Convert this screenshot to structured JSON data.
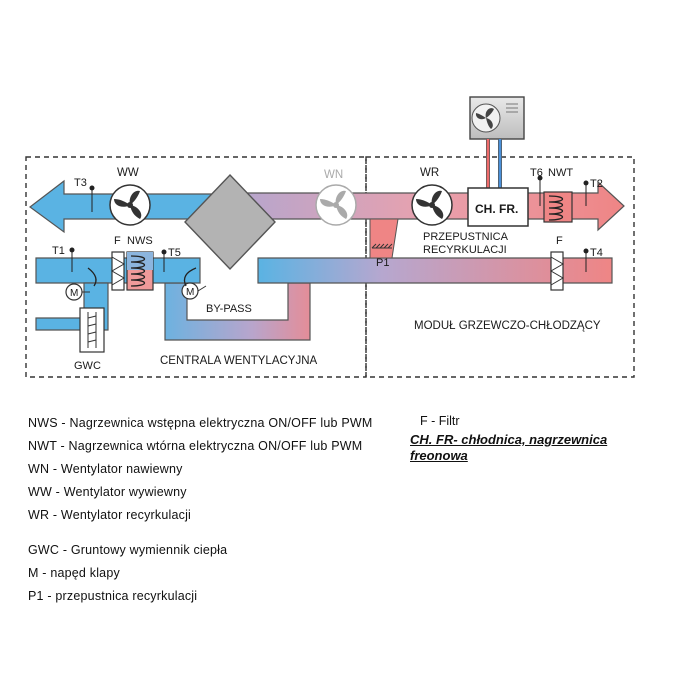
{
  "diagram": {
    "labels": {
      "t3": "T3",
      "ww": "WW",
      "wn": "WN",
      "t1": "T1",
      "f_left": "F",
      "nws": "NWS",
      "t5": "T5",
      "m1": "M",
      "m2": "M",
      "bypass": "BY-PASS",
      "gwc": "GWC",
      "central": "CENTRALA WENTYLACYJNA",
      "wr": "WR",
      "chfr": "CH. FR.",
      "t6": "T6",
      "nwt": "NWT",
      "t2": "T2",
      "przep1": "PRZEPUSTNICA",
      "przep2": "RECYRKULACJI",
      "p1": "P1",
      "f_right": "F",
      "t4": "T4",
      "module": "MODUŁ GRZEWCZO-CHŁODZĄCY"
    },
    "colors": {
      "cold": "#5ab3e3",
      "warm": "#ef8585",
      "outline": "#444444",
      "diamond": "#b3b3b3"
    }
  },
  "legend_left_1": [
    "NWS - Nagrzewnica wstępna elektryczna ON/OFF lub PWM",
    "NWT - Nagrzewnica wtórna elektryczna ON/OFF lub PWM",
    "WN - Wentylator nawiewny",
    "WW - Wentylator wywiewny",
    "WR - Wentylator recyrkulacji"
  ],
  "legend_left_2": [
    "GWC - Gruntowy wymiennik ciepła",
    "M - napęd klapy",
    "P1 - przepustnica recyrkulacji"
  ],
  "legend_right": {
    "filter": "F - Filtr",
    "chfr_note": "CH. FR- chłodnica, nagrzewnica freonowa"
  }
}
